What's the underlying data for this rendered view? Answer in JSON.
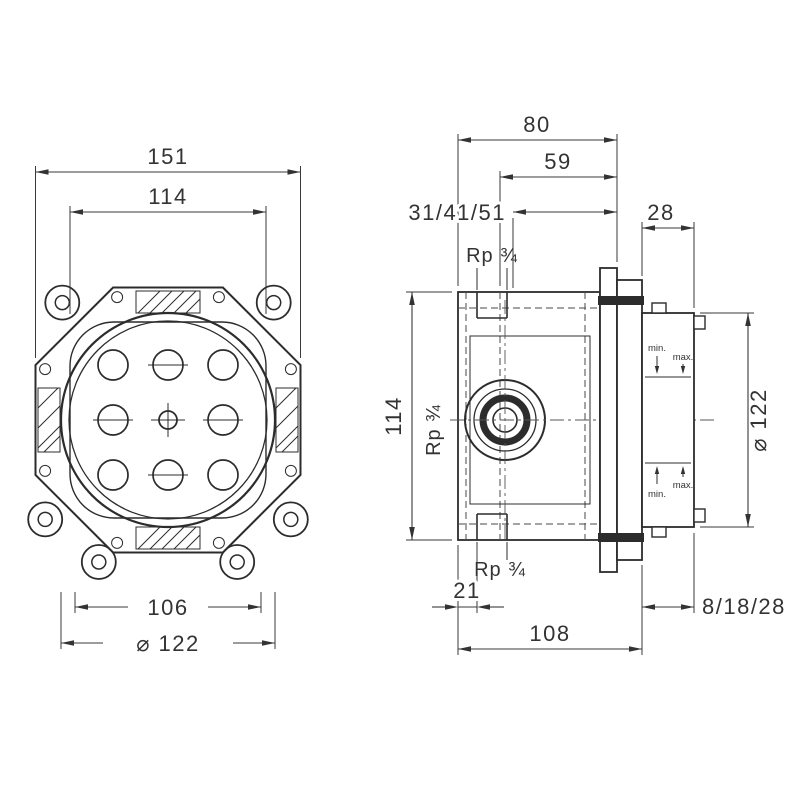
{
  "drawing": {
    "front_view": {
      "dim_overall_width": "151",
      "dim_plate_width": "114",
      "dim_lower_width": "106",
      "dim_flange_diameter": "⌀ 122"
    },
    "side_view": {
      "dim_total_depth": "80",
      "dim_inner_depth": "59",
      "dim_install_depth_range": "31/41/51",
      "dim_cover_depth": "28",
      "dim_body_height": "114",
      "dim_cover_diameter": "⌀ 122",
      "dim_bottom_inlet_offset": "21",
      "dim_overall_length": "108",
      "dim_trim_adjust_range": "8/18/28",
      "thread_label_top": "Rp ¾",
      "thread_label_center": "Rp ¾",
      "thread_label_bottom": "Rp ¾",
      "label_min": "min.",
      "label_max": "max."
    }
  }
}
